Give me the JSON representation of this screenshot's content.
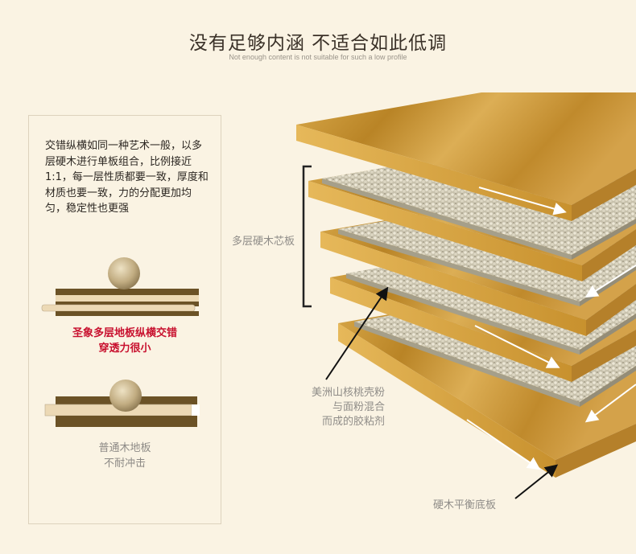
{
  "header": {
    "title": "没有足够内涵 不适合如此低调",
    "subtitle": "Not enough content is not suitable for such a low profile"
  },
  "panel": {
    "description": "交错纵横如同一种艺术一般，以多层硬木进行单板组合，比例接近1:1，每一层性质都要一致，厚度和材质也要一致，力的分配更加均匀，稳定性也更强",
    "multilayer_caption_line1": "圣象多层地板纵横交错",
    "multilayer_caption_line2": "穿透力很小",
    "ordinary_caption_line1": "普通木地板",
    "ordinary_caption_line2": "不耐冲击"
  },
  "diagram": {
    "core_label": "多层硬木芯板",
    "adhesive_label_line1": "美洲山核桃壳粉",
    "adhesive_label_line2": "与面粉混合",
    "adhesive_label_line3": "而成的胶粘剂",
    "base_label": "硬木平衡底板"
  },
  "colors": {
    "accent_red": "#c8102e",
    "wood": "#c9952f",
    "dark_wood": "#6b5226"
  }
}
